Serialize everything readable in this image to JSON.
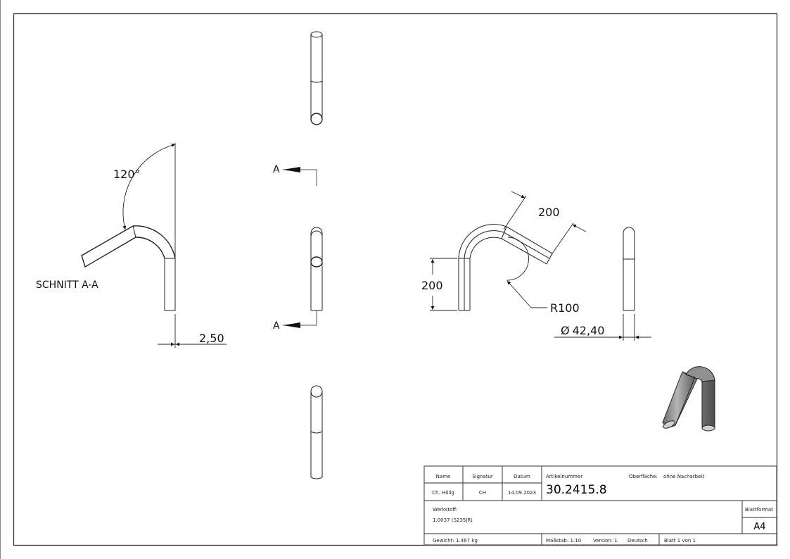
{
  "sheet": {
    "format": "A4",
    "border_color": "#333333",
    "background": "#ffffff"
  },
  "views": {
    "section": {
      "title": "SCHNITT A-A",
      "angle_dim": "120°",
      "wall_dim": "2,50"
    },
    "cut_marks": {
      "top_label": "A",
      "bottom_label": "A"
    },
    "front": {
      "straight_length_dim": "200",
      "angled_length_dim": "200",
      "radius_dim": "R100"
    },
    "side": {
      "diameter_dim": "Ø 42,40",
      "diameter_symbol": "Ø",
      "diameter_value": "42,40"
    },
    "isometric": {
      "tube_color": "#8a8a8a"
    }
  },
  "title_block": {
    "headers": {
      "name": "Name",
      "signature": "Signatur",
      "date": "Datum"
    },
    "row": {
      "name": "Ch. Hölig",
      "signature": "CH",
      "date": "14.09.2023"
    },
    "article_label": "Artikelnummer",
    "article_number": "30.2415.8",
    "surface_label": "Oberfläche:",
    "surface_value": "ohne Nacharbeit",
    "material_label": "Werkstoff:",
    "material_value": "1.0037 (S235JR)",
    "sheet_format_label": "Blattformat",
    "sheet_format_value": "A4",
    "weight": "Gewicht: 1.467 kg",
    "scale": "Maßstab: 1:10",
    "version": "Version: 1",
    "language": "Deutsch",
    "sheet_count": "Blatt 1 von 1"
  }
}
